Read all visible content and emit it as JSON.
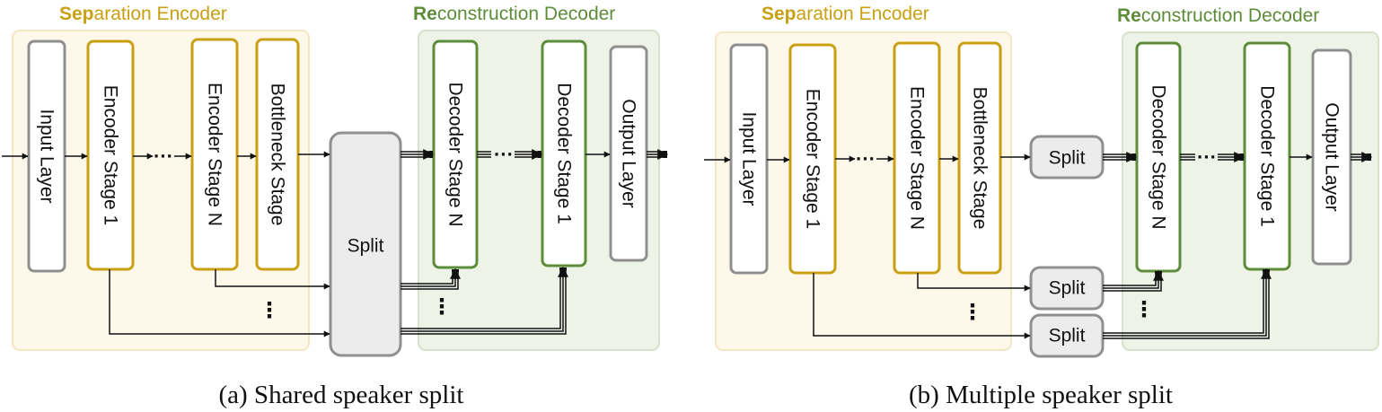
{
  "colors": {
    "encoder_accent": "#c9a012",
    "encoder_bg": "#fdf8ea",
    "encoder_border": "#f3e6c2",
    "decoder_accent": "#5d8c3a",
    "decoder_bg": "#eef3e8",
    "decoder_border": "#d6e2cb",
    "io_border": "#8f8f8f",
    "split_fill": "#ececec",
    "line": "#111111"
  },
  "encoder_title": {
    "bold": "Sep",
    "rest": "aration Encoder"
  },
  "decoder_title": {
    "bold": "Re",
    "rest": "construction Decoder"
  },
  "blocks": {
    "input": "Input Layer",
    "enc1": "Encoder Stage 1",
    "encN": "Encoder Stage N",
    "bottleneck": "Bottleneck Stage",
    "decN": "Decoder Stage N",
    "dec1": "Decoder Stage 1",
    "output": "Output Layer"
  },
  "split_label": "Split",
  "ellipsis_h": "···",
  "ellipsis_v": "⋮",
  "captions": {
    "a": "(a) Shared speaker split",
    "b": "(b) Multiple speaker split"
  }
}
